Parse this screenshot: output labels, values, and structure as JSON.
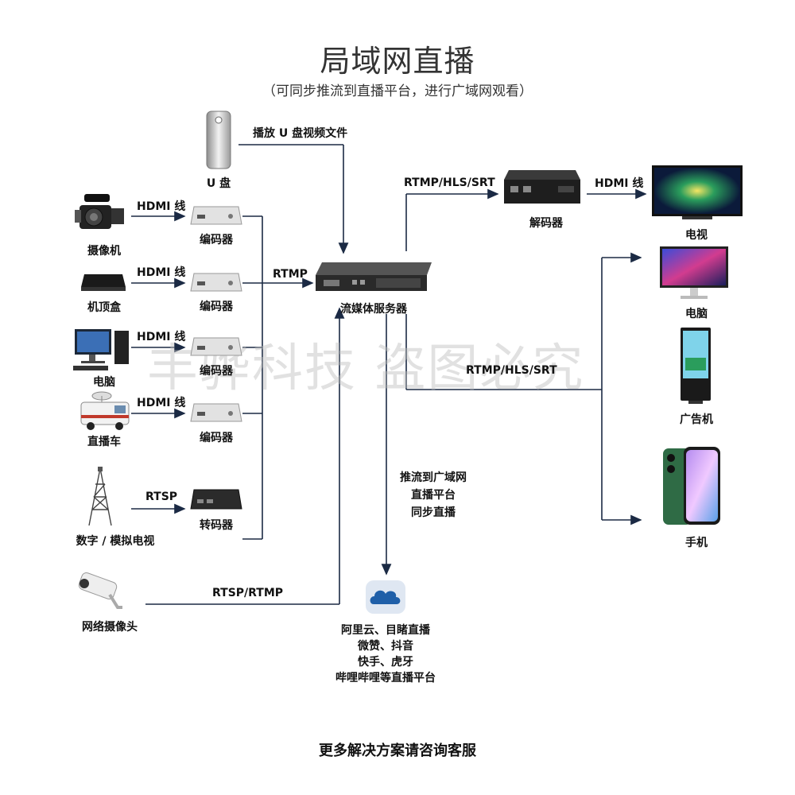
{
  "title": "局域网直播",
  "subtitle": "（可同步推流到直播平台，进行广域网观看）",
  "watermark": "丰骅科技  盗图必究",
  "footer": "更多解决方案请咨询客服",
  "usb": {
    "label": "U 盘",
    "caption": "播放 U 盘视频文件"
  },
  "sources": {
    "camera": "摄像机",
    "settop": "机顶盒",
    "pc": "电脑",
    "obvan": "直播车",
    "tv_tower": "数字 / 模拟电视",
    "ipcam": "网络摄像头"
  },
  "encoders": [
    "编码器",
    "编码器",
    "编码器",
    "编码器"
  ],
  "transcoder": "转码器",
  "server": "流媒体服务器",
  "decoder": "解码器",
  "protocols": {
    "hdmi": "HDMI 线",
    "rtsp": "RTSP",
    "rtmp": "RTMP",
    "rtsp_rtmp": "RTSP/RTMP",
    "rtmp_hls_srt_top": "RTMP/HLS/SRT",
    "rtmp_hls_srt_mid": "RTMP/HLS/SRT",
    "hdmi_out": "HDMI 线"
  },
  "outputs": {
    "tv": "电视",
    "monitor": "电脑",
    "kiosk": "广告机",
    "phone": "手机"
  },
  "lan_push": [
    "推流到广域网",
    "直播平台",
    "同步直播"
  ],
  "cloud_caption": [
    "阿里云、目睹直播",
    "微赞、抖音",
    "快手、虎牙",
    "哔哩哔哩等直播平台"
  ],
  "colors": {
    "line": "#1b2a44",
    "accent_screen": "#2a9d5c"
  }
}
